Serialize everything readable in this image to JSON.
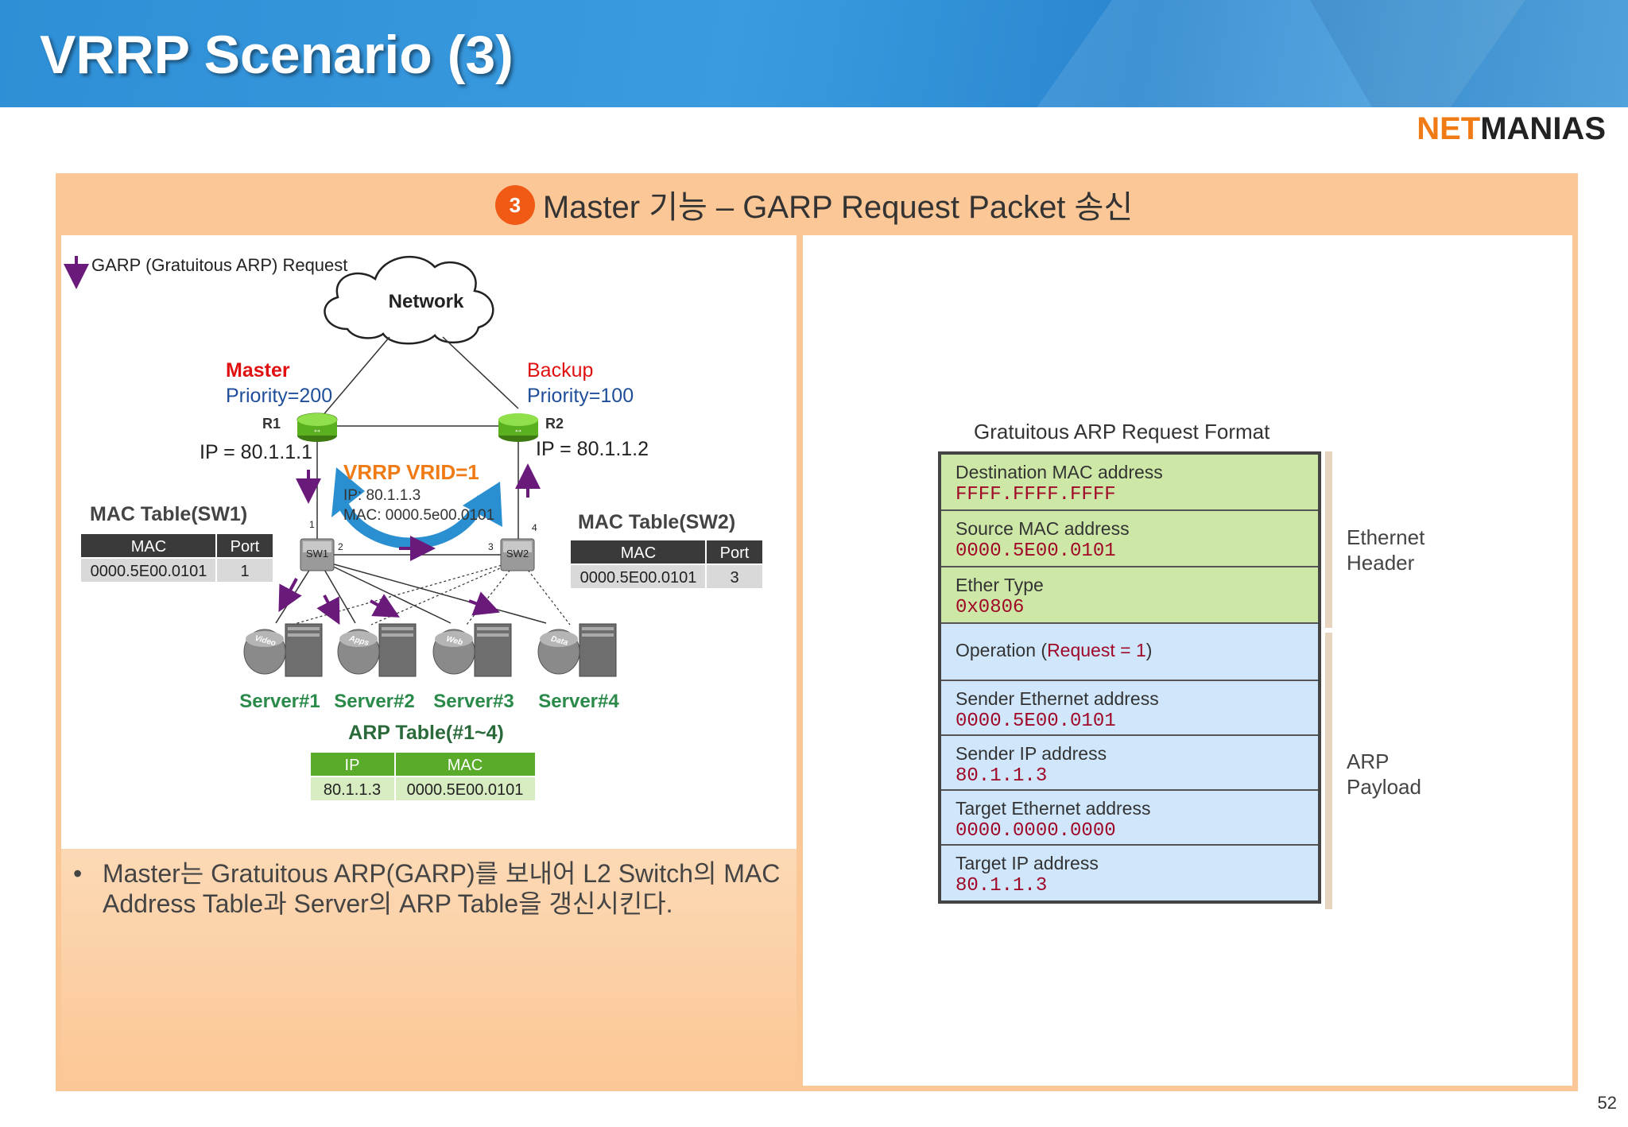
{
  "slide": {
    "title": "VRRP Scenario (3)",
    "logo_net": "NET",
    "logo_manias": "MANIAS",
    "page_number": "52"
  },
  "panel": {
    "step_number": "3",
    "title": "Master 기능  –  GARP Request Packet 송신"
  },
  "diagram": {
    "legend": "GARP (Gratuitous ARP) Request",
    "network_label": "Network",
    "master": {
      "role": "Master",
      "priority": "Priority=200",
      "name": "R1",
      "ip": "IP = 80.1.1.1"
    },
    "backup": {
      "role": "Backup",
      "priority": "Priority=100",
      "name": "R2",
      "ip": "IP = 80.1.1.2"
    },
    "vrrp": {
      "label": "VRRP VRID=1",
      "ip": "IP: 80.1.1.3",
      "mac": "MAC: 0000.5e00.0101"
    },
    "switches": {
      "sw1": "SW1",
      "sw2": "SW2"
    },
    "ports": {
      "p1": "1",
      "p2": "2",
      "p3": "3",
      "p4": "4"
    },
    "mac_table_sw1": {
      "title": "MAC Table(SW1)",
      "headers": [
        "MAC",
        "Port"
      ],
      "row": [
        "0000.5E00.0101",
        "1"
      ]
    },
    "mac_table_sw2": {
      "title": "MAC Table(SW2)",
      "headers": [
        "MAC",
        "Port"
      ],
      "row": [
        "0000.5E00.0101",
        "3"
      ]
    },
    "servers": [
      {
        "label": "Server#1",
        "tag": "Video"
      },
      {
        "label": "Server#2",
        "tag": "Apps"
      },
      {
        "label": "Server#3",
        "tag": "Web"
      },
      {
        "label": "Server#4",
        "tag": "Data"
      }
    ],
    "arp_table": {
      "title": "ARP Table(#1~4)",
      "headers": [
        "IP",
        "MAC"
      ],
      "row": [
        "80.1.1.3",
        "0000.5E00.0101"
      ]
    }
  },
  "bullet": "Master는 Gratuitous ARP(GARP)를 보내어 L2 Switch의 MAC Address Table과 Server의 ARP Table을 갱신시킨다.",
  "format": {
    "title": "Gratuitous ARP Request Format",
    "rows": [
      {
        "label": "Destination MAC address",
        "value": "FFFF.FFFF.FFFF"
      },
      {
        "label": "Source MAC address",
        "value": "0000.5E00.0101"
      },
      {
        "label": "Ether Type",
        "value": "0x0806"
      },
      {
        "label_prefix": "Operation (",
        "label_em": "Request = 1",
        "label_suffix": ")"
      },
      {
        "label": "Sender Ethernet address",
        "value": "0000.5E00.0101"
      },
      {
        "label": "Sender IP address",
        "value": "80.1.1.3"
      },
      {
        "label": "Target Ethernet address",
        "value": "0000.0000.0000"
      },
      {
        "label": "Target IP address",
        "value": "80.1.1.3"
      }
    ],
    "group_ethernet": [
      "Ethernet",
      "Header"
    ],
    "group_arp": [
      "ARP",
      "Payload"
    ]
  },
  "colors": {
    "header_blue": "#2f8fd6",
    "panel_orange": "#fcc796",
    "master_red": "#e01010",
    "priority_blue": "#1f4e9a",
    "server_green": "#2a8a4a",
    "arp_arrow_purple": "#6a1a7a",
    "vrrp_orange": "#f07a14",
    "vrrp_arrow_blue": "#2a8fd0",
    "ethernet_green": "#cde8a6",
    "arp_blue": "#cfe6fb"
  }
}
